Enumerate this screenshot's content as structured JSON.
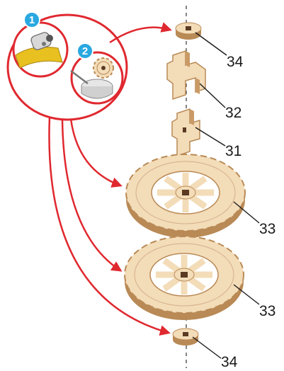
{
  "steps": [
    {
      "number": "1",
      "icon": "glue-tube-icon"
    },
    {
      "number": "2",
      "icon": "gear-in-glue-cup-icon"
    }
  ],
  "part_labels": [
    {
      "id": "washer-top",
      "text": "34"
    },
    {
      "id": "connector-large",
      "text": "32"
    },
    {
      "id": "connector-small",
      "text": "31"
    },
    {
      "id": "gear-top",
      "text": "33"
    },
    {
      "id": "gear-bottom",
      "text": "33"
    },
    {
      "id": "washer-bottom",
      "text": "34"
    }
  ],
  "colors": {
    "arrow": "#e0282f",
    "wood_light": "#f3dcb8",
    "wood_edge": "#b98a56",
    "wood_dark": "#5a3a22",
    "step_badge": "#29a8e0",
    "glue": "#e8c020"
  }
}
